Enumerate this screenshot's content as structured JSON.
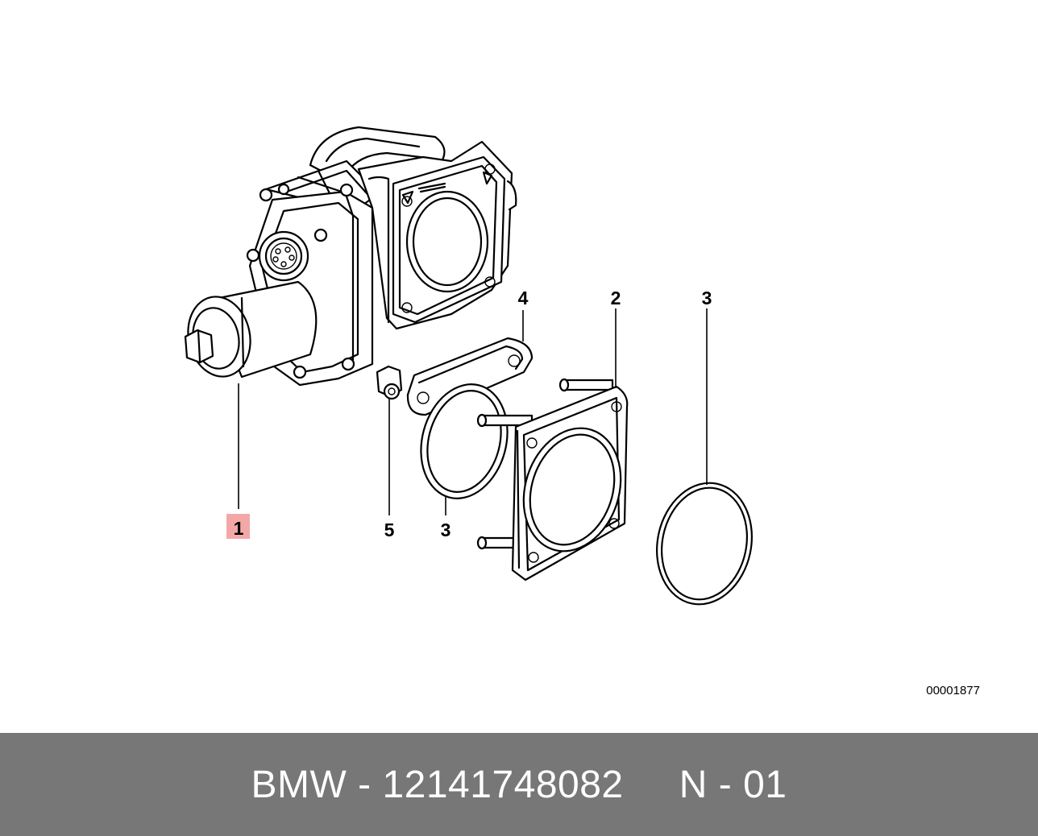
{
  "diagram": {
    "callouts": {
      "part1": "1",
      "part2": "2",
      "part3a": "3",
      "part3b": "3",
      "part4": "4",
      "part5": "5"
    },
    "highlighted_callout": "1",
    "highlight_color": "#f4a7a7",
    "reference_code": "00001877"
  },
  "footer": {
    "label": "BMW - 12141748082     N - 01",
    "background_color": "#777777",
    "text_color": "#ffffff"
  }
}
